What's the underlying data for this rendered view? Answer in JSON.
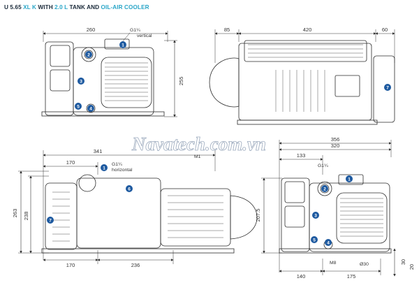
{
  "title": {
    "part1": "U 5.65 ",
    "part2": "XL K",
    "part3": " WITH ",
    "part4": "2.0 L",
    "part5": " TANK AND ",
    "part6": "OIL-AIR COOLER"
  },
  "watermark": "Navatech.com.vn",
  "colors": {
    "accent": "#2aa6c8",
    "callout": "#1e5aa0",
    "line": "#222222"
  },
  "dims": {
    "tl_width": "260",
    "tl_height": "255",
    "tr_left": "85",
    "tr_mid": "420",
    "tr_right": "60",
    "bl_341": "341",
    "bl_170_top": "170",
    "bl_263": "263",
    "bl_238": "238",
    "bl_170_bot": "170",
    "bl_236": "236",
    "br_356": "356",
    "br_320": "320",
    "br_133": "133",
    "br_2075": "207.5",
    "br_140": "140",
    "br_175": "175",
    "br_20": "20",
    "br_30": "30"
  },
  "labels": {
    "g_vertical_1": "G1¼",
    "g_vertical_2": "vertical",
    "g_horizontal_1": "G1¼",
    "g_horizontal_2": "horizontal",
    "g_br": "G1¼",
    "m1": "M1",
    "m8": "M8",
    "dia30": "Ø30"
  },
  "callouts": [
    "1",
    "2",
    "3",
    "4",
    "5",
    "6",
    "7"
  ]
}
